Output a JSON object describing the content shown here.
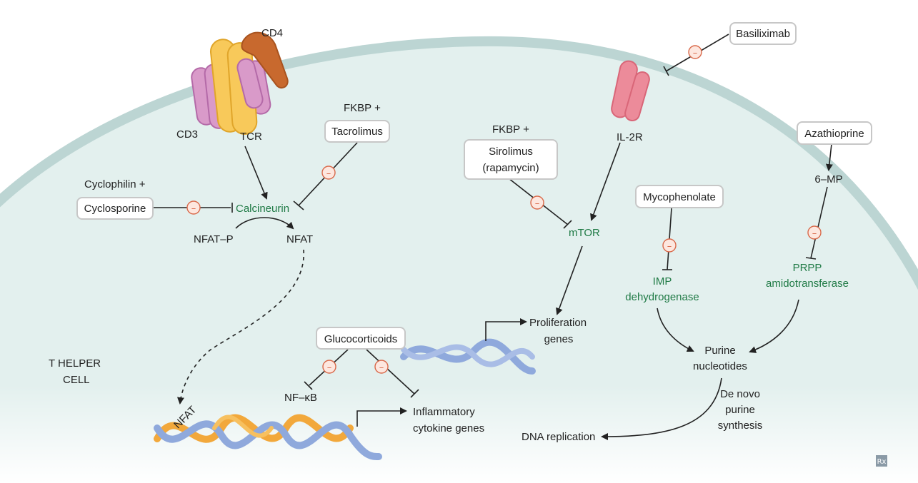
{
  "diagram": {
    "cell_label_line1": "T HELPER",
    "cell_label_line2": "CELL",
    "receptors": {
      "cd4": "CD4",
      "cd3": "CD3",
      "tcr": "TCR",
      "il2r": "IL-2R"
    },
    "drugs": {
      "cyclosporine": "Cyclosporine",
      "cyclophilin": "Cyclophilin +",
      "tacrolimus": "Tacrolimus",
      "fkbp1": "FKBP +",
      "sirolimus_l1": "Sirolimus",
      "sirolimus_l2": "(rapamycin)",
      "fkbp2": "FKBP +",
      "basiliximab": "Basiliximab",
      "mycophenolate": "Mycophenolate",
      "azathioprine": "Azathioprine",
      "glucocorticoids": "Glucocorticoids"
    },
    "targets": {
      "calcineurin": "Calcineurin",
      "mtor": "mTOR",
      "imp_l1": "IMP",
      "imp_l2": "dehydrogenase",
      "prpp_l1": "PRPP",
      "prpp_l2": "amidotransferase"
    },
    "intermediates": {
      "nfat_p": "NFAT–P",
      "nfat": "NFAT",
      "nfat_dna": "NFAT",
      "six_mp": "6–MP",
      "nfkb": "NF–κB"
    },
    "outputs": {
      "prolif_l1": "Proliferation",
      "prolif_l2": "genes",
      "inflam_l1": "Inflammatory",
      "inflam_l2": "cytokine genes",
      "purine_l1": "Purine",
      "purine_l2": "nucleotides",
      "denovo_l1": "De novo",
      "denovo_l2": "purine",
      "denovo_l3": "synthesis",
      "dna_replication": "DNA replication"
    },
    "inhibit_symbol": "–",
    "logo": "Rx",
    "colors": {
      "cell_fill": "#e3f0ee",
      "membrane": "#bcd5d3",
      "target_green": "#1f7a45",
      "inhibit_orange": "#d9694a",
      "tcr_yellow": "#f8c95a",
      "cd3_pink": "#d99ac9",
      "cd4_brown": "#c8692e",
      "il2r_pink": "#ec8b9a",
      "dna_orange": "#f2a83b",
      "dna_blue": "#8fa9dc"
    }
  }
}
